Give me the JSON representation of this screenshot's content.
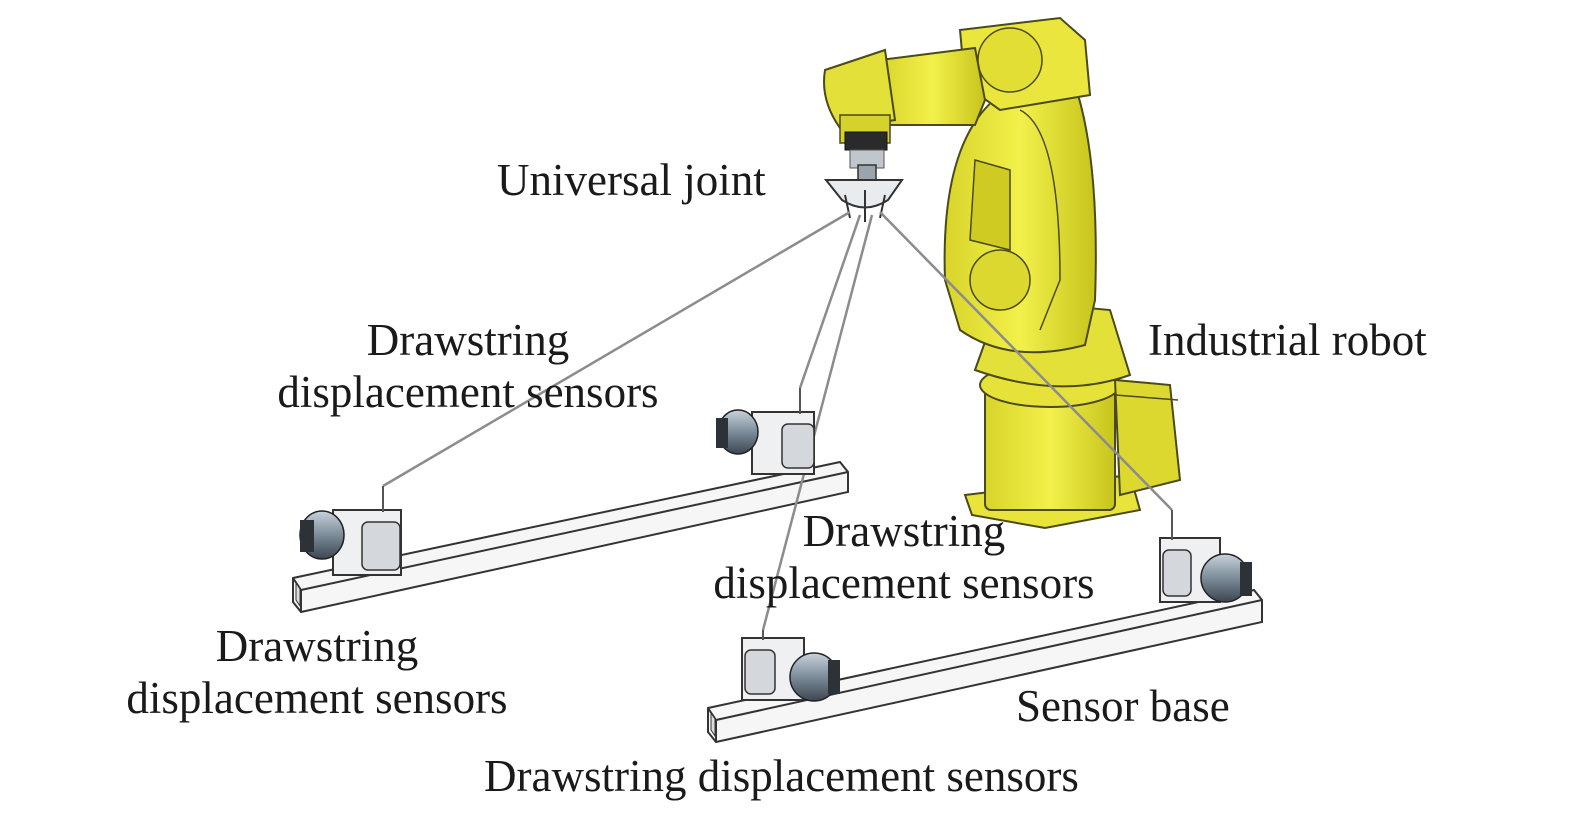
{
  "labels": {
    "universal_joint": "Universal joint",
    "industrial_robot": "Industrial robot",
    "sensor_base": "Sensor base",
    "sensors_upper_left": [
      "Drawstring",
      "displacement sensors"
    ],
    "sensors_middle": [
      "Drawstring",
      "displacement sensors"
    ],
    "sensors_lower_left": [
      "Drawstring",
      "displacement sensors"
    ],
    "sensors_bottom": "Drawstring displacement sensors"
  },
  "colors": {
    "robot_body": "#ecea3a",
    "robot_shade": "#c9c420",
    "robot_outline": "#4a4a1a",
    "rail_fill": "#f4f4f4",
    "rail_outline": "#333333",
    "sensor_metal": "#8a9aa8",
    "cable": "#8c8c8c",
    "text": "#1a1a1a"
  }
}
